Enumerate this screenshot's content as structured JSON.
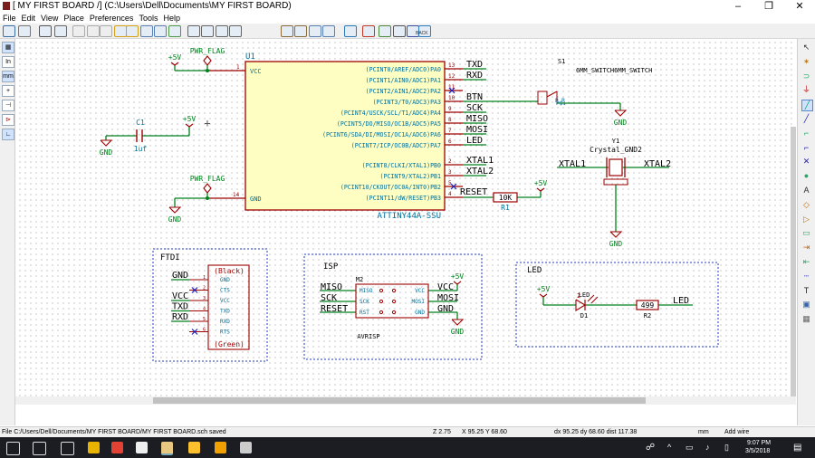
{
  "window": {
    "title": "[ MY FIRST BOARD /] (C:\\Users\\Dell\\Documents\\MY FIRST BOARD)",
    "minimize": "–",
    "maximize": "❐",
    "close": "✕"
  },
  "menu": [
    "File",
    "Edit",
    "View",
    "Place",
    "Preferences",
    "Tools",
    "Help"
  ],
  "toolbar_icons": [
    "save-icon",
    "page-settings-icon",
    "print-icon",
    "plot-icon",
    "cut-icon",
    "copy-icon",
    "paste-icon",
    "undo-icon",
    "redo-icon",
    "find-icon",
    "find-replace-icon",
    "refresh-icon",
    "zoom-in-icon",
    "zoom-out-icon",
    "zoom-fit-icon",
    "zoom-selection-icon",
    "hierarchy-icon",
    "leave-sheet-icon",
    "library-editor-icon",
    "library-browser-icon",
    "annotate-icon",
    "erc-icon",
    "netlist-icon",
    "bom-icon",
    "pcbnew-icon",
    "back-annotate-icon"
  ],
  "toolbar_labels": {
    "back": "BACK"
  },
  "left_toolbar": {
    "grid": "▦",
    "inch": "In",
    "mm": "mm",
    "cursor": "+",
    "hidden_pins": "⊣",
    "bus_entry": "⊳",
    "angle": "∟"
  },
  "right_toolbar": [
    "select-icon",
    "highlight-net-icon",
    "component-icon",
    "power-icon",
    "wire-icon",
    "bus-icon",
    "wire-entry-icon",
    "bus-entry-icon",
    "no-connect-icon",
    "junction-icon",
    "net-label-icon",
    "global-label-icon",
    "hierarchical-label-icon",
    "hierarchical-sheet-icon",
    "import-pin-icon",
    "hierarchical-pin-icon",
    "graphic-line-icon",
    "text-icon",
    "image-icon",
    "delete-icon"
  ],
  "schematic": {
    "u1": {
      "ref": "U1",
      "value": "ATTINY44A-SSU",
      "vcc": "VCC",
      "gnd": "GND",
      "pin_vcc": "1",
      "pin_gnd": "14",
      "pins": [
        {
          "name": "(PCINT0/AREF/ADC0)PA0",
          "num": "13",
          "net": "TXD"
        },
        {
          "name": "(PCINT1/AIN0/ADC1)PA1",
          "num": "12",
          "net": "RXD"
        },
        {
          "name": "(PCINT2/AIN1/ADC2)PA2",
          "num": "11",
          "net": ""
        },
        {
          "name": "(PCINT3/T0/ADC3)PA3",
          "num": "10",
          "net": "BTN"
        },
        {
          "name": "(PCINT4/USCK/SCL/T1/ADC4)PA4",
          "num": "9",
          "net": "SCK"
        },
        {
          "name": "(PCINT5/DO/MISO/OC1B/ADC5)PA5",
          "num": "8",
          "net": "MISO"
        },
        {
          "name": "(PCINT6/SDA/DI/MOSI/OC1A/ADC6)PA6",
          "num": "7",
          "net": "MOSI"
        },
        {
          "name": "(PCINT7/ICP/OC0B/ADC7)PA7",
          "num": "6",
          "net": "LED"
        },
        {
          "name": "(PCINT8/CLKI/XTAL1)PB0",
          "num": "2",
          "net": "XTAL1"
        },
        {
          "name": "(PCINT9/XTAL2)PB1",
          "num": "3",
          "net": "XTAL2"
        },
        {
          "name": "(PCINT10/CKOUT/OC0A/INT0)PB2",
          "num": "5",
          "net": ""
        },
        {
          "name": "(PCINT11/dW/RESET)PB3",
          "num": "4",
          "net": "RESET"
        }
      ]
    },
    "power": {
      "p5v": "+5V",
      "gnd": "GND",
      "pwr_flag": "PWR_FLAG"
    },
    "c1": {
      "ref": "C1",
      "value": "1uf"
    },
    "s1": {
      "ref": "S1",
      "value": "6MM_SWITCH6MM_SWITCH",
      "pin_label": "P$1",
      "pin_p": "P"
    },
    "y1": {
      "ref": "Y1",
      "value": "Crystal_GND2",
      "xtal1": "XTAL1",
      "xtal2": "XTAL2"
    },
    "r1": {
      "ref": "R1",
      "value": "10K",
      "net": "RESET"
    },
    "ftdi": {
      "title": "FTDI",
      "header_top": "(Black)",
      "header_bottom": "(Green)",
      "pins": [
        "GND",
        "CTS",
        "VCC",
        "TXD",
        "RXD",
        "RTS"
      ],
      "nets": [
        "GND",
        "",
        "VCC",
        "TXD",
        "RXD",
        ""
      ],
      "pin_nums": [
        "1",
        "2",
        "3",
        "4",
        "5",
        "6"
      ]
    },
    "isp": {
      "title": "ISP",
      "ref": "M2",
      "value": "AVRISP",
      "left_pins": [
        "MISO",
        "SCK",
        "RST"
      ],
      "right_pins": [
        "VCC",
        "MOSI",
        "GND"
      ],
      "left_nets": [
        "MISO",
        "SCK",
        "RESET"
      ],
      "right_nets": [
        "VCC",
        "MOSI",
        "GND"
      ]
    },
    "led": {
      "title": "LED",
      "d_ref": "D1",
      "d_value": "LED",
      "r_ref": "R2",
      "r_value": "499",
      "net": "LED",
      "pin": "2"
    }
  },
  "status": {
    "file": "File C:/Users/Dell/Documents/MY FIRST BOARD/MY FIRST BOARD.sch saved",
    "zoom": "Z 2.75",
    "xy": "X 95.25  Y 68.60",
    "delta": "dx 95.25  dy 68.60  dist 117.38",
    "units": "mm",
    "mode": "Add wire"
  },
  "taskbar": {
    "time": "9:07 PM",
    "date": "3/5/2018",
    "apps": [
      "start-icon",
      "search-icon",
      "task-view-icon",
      "file-explorer-icon",
      "chrome-icon",
      "store-icon",
      "kicad-icon",
      "eagle-icon",
      "app-icon",
      "edge-icon"
    ]
  },
  "colors": {
    "wire": "#00821c",
    "pin": "#9d0000",
    "body": "#fffec2",
    "text_blue": "#00709a",
    "frame": "#1f3bbf",
    "no_connect": "#1f1fbf"
  }
}
